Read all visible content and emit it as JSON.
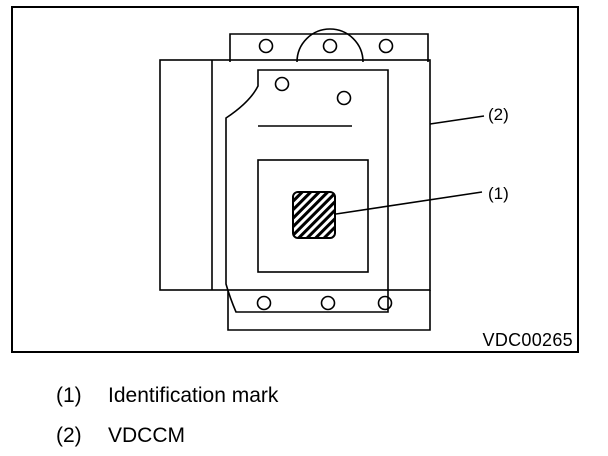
{
  "figure_code": "VDC00265",
  "callouts": [
    {
      "num": "(1)"
    },
    {
      "num": "(2)"
    }
  ],
  "legend": [
    {
      "num": "(1)",
      "text": "Identification mark"
    },
    {
      "num": "(2)",
      "text": "VDCCM"
    }
  ]
}
